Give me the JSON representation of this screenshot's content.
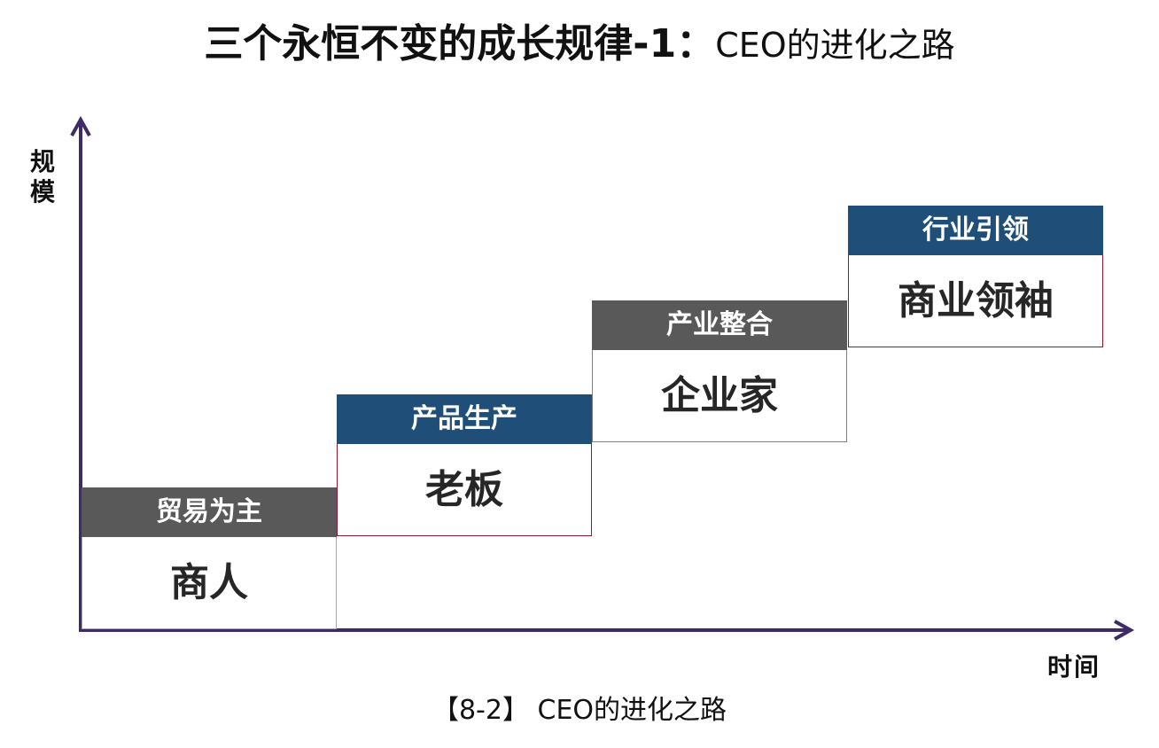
{
  "title": {
    "bold": "三个永恒不变的成长规律-1：",
    "light": "CEO的进化之路"
  },
  "axes": {
    "y_label": "规模",
    "x_label": "时间",
    "color": "#3d2a66"
  },
  "stages": [
    {
      "header": "贸易为主",
      "role": "商人",
      "header_color": "#595959",
      "border_color": "#a6a6a6"
    },
    {
      "header": "产品生产",
      "role": "老板",
      "header_color": "#1f4e79",
      "border_color": "#8b1a2b"
    },
    {
      "header": "产业整合",
      "role": "企业家",
      "header_color": "#595959",
      "border_color": "#7f7f7f"
    },
    {
      "header": "行业引领",
      "role": "商业领袖",
      "header_color": "#1f4e79",
      "border_color": "#8b1a2b"
    }
  ],
  "caption": "【8-2】 CEO的进化之路"
}
